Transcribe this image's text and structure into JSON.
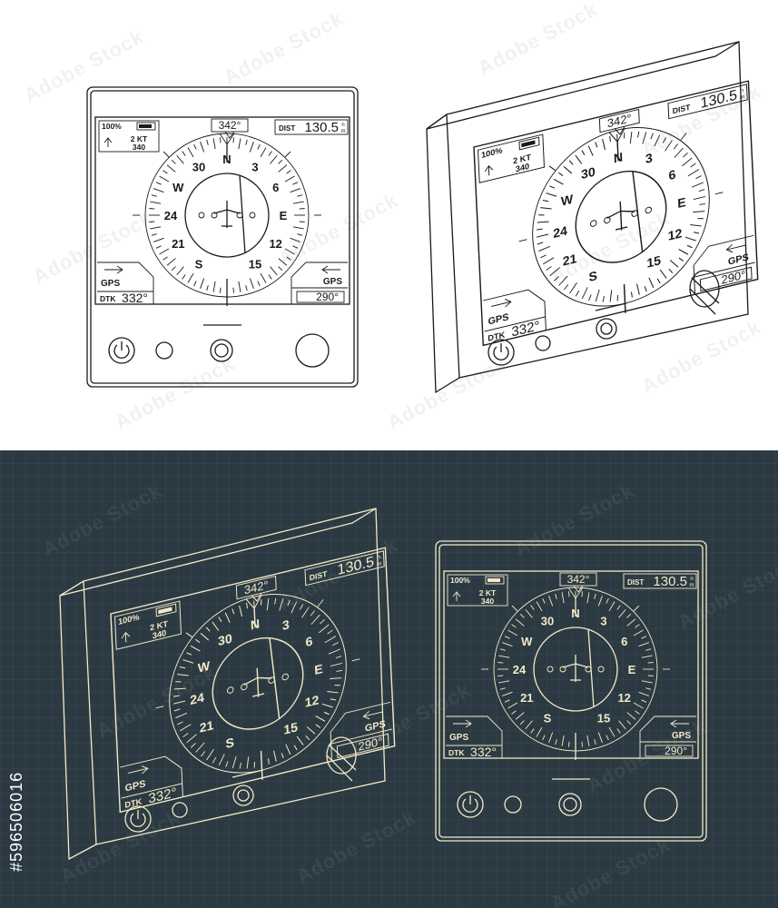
{
  "instrument": {
    "battery": "100%",
    "wind_speed": "2 KT",
    "wind_dir": "340",
    "heading": "342°",
    "dist_label": "DIST",
    "dist_value": "130.5",
    "dist_unit_top": "n",
    "dist_unit_bottom": "m",
    "dtk_label": "DTK",
    "dtk_value": "332°",
    "crs_value": "290°",
    "left_source": "GPS",
    "right_source": "GPS",
    "compass_labels": [
      "N",
      "3",
      "6",
      "E",
      "12",
      "15",
      "S",
      "21",
      "24",
      "W",
      "30"
    ]
  },
  "watermark": "Adobe Stock",
  "stock_id": "#596506016",
  "colors": {
    "light_line": "#1a1a1a",
    "dark_background": "#2b3a42",
    "dark_line": "#f3e9c8"
  }
}
